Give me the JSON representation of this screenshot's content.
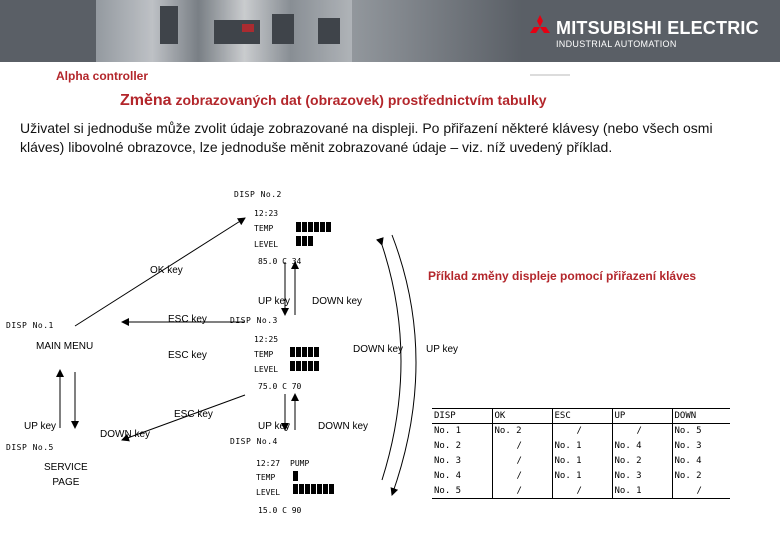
{
  "header": {
    "brand": "MITSUBISHI ELECTRIC",
    "brand_sub": "INDUSTRIAL AUTOMATION",
    "brand_color": "#ffffff",
    "banner_color": "#5a5f66",
    "logo_icon": "mitsubishi-three-diamonds-logo",
    "logo_color": "#e60012"
  },
  "slide": {
    "section_title": "Alpha controller",
    "heading_lead": "Změna",
    "heading_rest": " zobrazovaných dat (obrazovek) prostřednictvím tabulky",
    "paragraph": "Uživatel si jednoduše může zvolit údaje zobrazované na displeji. Po přiřazení některé klávesy (nebo všech osmi kláves) libovolné obrazovce, lze jednoduše měnit zobrazované údaje – viz. níž uvedený příklad.",
    "accent_color": "#b3262b"
  },
  "diagram": {
    "caption": "Příklad změny displeje pomocí přiřazení kláves",
    "screens": {
      "disp2": {
        "name": "DISP No.2",
        "time": "12:23",
        "temp": "TEMP",
        "level": "LEVEL",
        "value": "85.0 C 34",
        "temp_bar_segments": 6,
        "level_bar_segments": 3
      },
      "disp3": {
        "name": "DISP No.3",
        "time": "12:25",
        "temp": "TEMP",
        "level": "LEVEL",
        "value": "75.0 C 70",
        "temp_bar_segments": 5,
        "level_bar_segments": 5
      },
      "disp4": {
        "name": "DISP No.4",
        "time": "12:27",
        "pump": "PUMP",
        "temp": "TEMP",
        "level": "LEVEL",
        "value": "15.0 C 90",
        "temp_bar_segments": 1,
        "level_bar_segments": 7
      },
      "disp1": {
        "name": "DISP No.1",
        "content": "MAIN MENU"
      },
      "disp5": {
        "name": "DISP No.5",
        "content": "SERVICE\nPAGE"
      }
    },
    "keys": {
      "ok": "OK key",
      "up_1": "UP key",
      "down_1": "DOWN key",
      "esc_1": "ESC key",
      "esc_2": "ESC key",
      "down_2": "DOWN key",
      "up_2": "UP key",
      "esc_3": "ESC key",
      "up_3": "UP key",
      "down_3": "DOWN key",
      "up_left": "UP key",
      "down_left": "DOWN key"
    }
  },
  "assignment_table": {
    "headers": [
      "DISP",
      "OK",
      "ESC",
      "UP",
      "DOWN"
    ],
    "rows": [
      [
        "No. 1",
        "No. 2",
        "/",
        "/",
        "No. 5"
      ],
      [
        "No. 2",
        "/",
        "No. 1",
        "No. 4",
        "No. 3"
      ],
      [
        "No. 3",
        "/",
        "No. 1",
        "No. 2",
        "No. 4"
      ],
      [
        "No. 4",
        "/",
        "No. 1",
        "No. 3",
        "No. 2"
      ],
      [
        "No. 5",
        "/",
        "/",
        "No. 1",
        "/"
      ]
    ]
  }
}
